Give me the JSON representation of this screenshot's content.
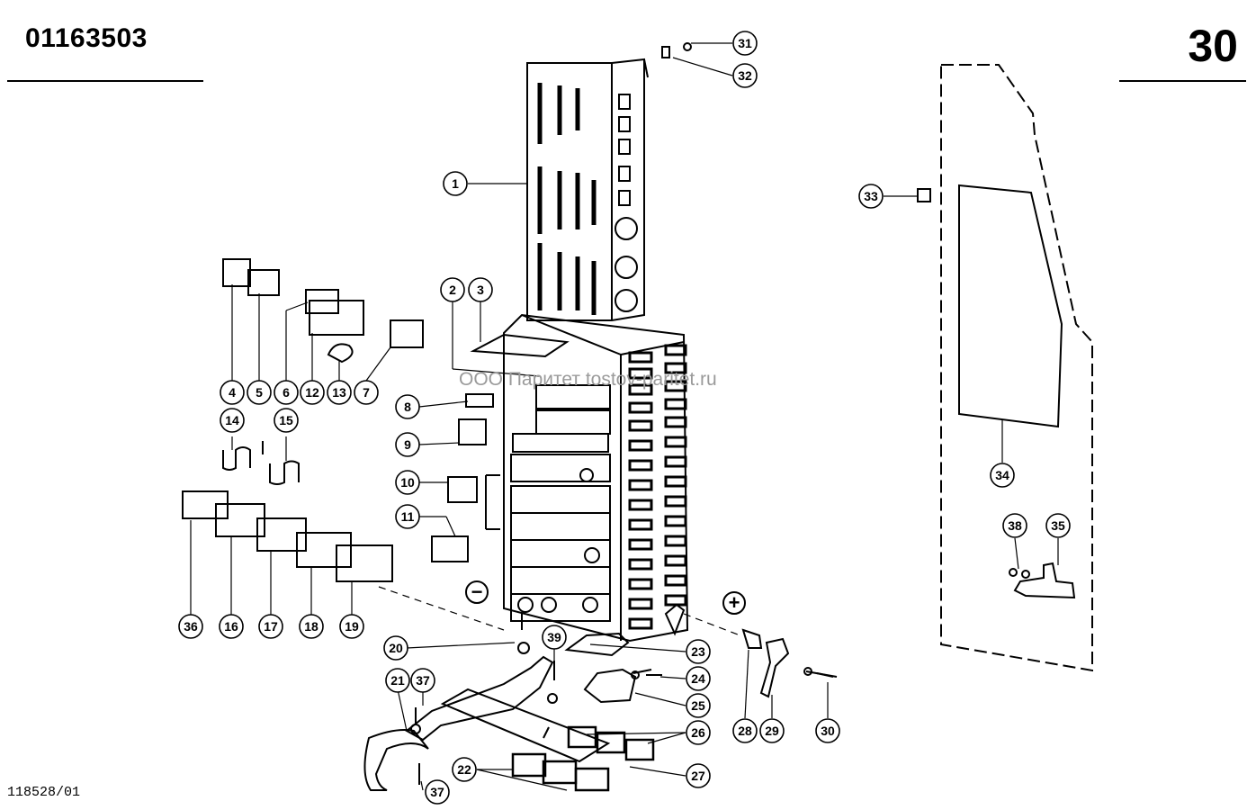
{
  "header": {
    "doc_number": "01163503",
    "page_number": "30"
  },
  "footer": {
    "drawing_id": "118528/01"
  },
  "watermark": "ООО Паритет tostov-paritet.ru",
  "callouts": [
    "1",
    "2",
    "3",
    "4",
    "5",
    "6",
    "7",
    "8",
    "9",
    "10",
    "11",
    "12",
    "13",
    "14",
    "15",
    "16",
    "17",
    "18",
    "19",
    "20",
    "21",
    "22",
    "23",
    "24",
    "25",
    "26",
    "27",
    "28",
    "29",
    "30",
    "31",
    "32",
    "33",
    "34",
    "35",
    "36",
    "37",
    "38",
    "39"
  ],
  "symbols": {
    "minus": "−",
    "plus": "+"
  }
}
